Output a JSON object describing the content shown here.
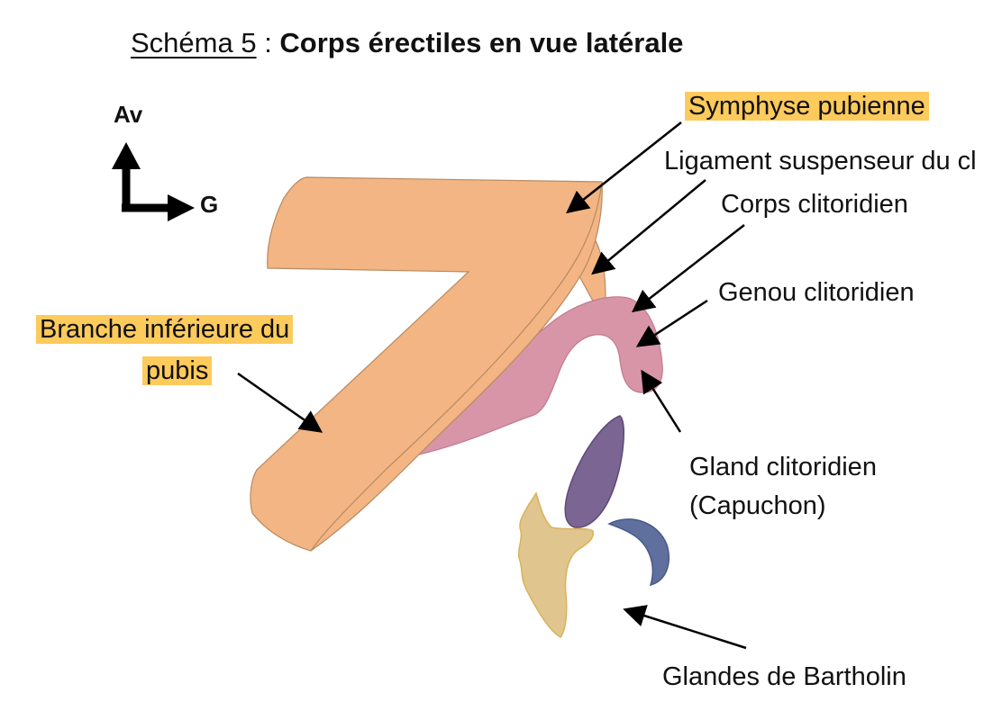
{
  "title": {
    "prefix": "Schéma 5",
    "separator": " : ",
    "main": "Corps érectiles en vue latérale"
  },
  "orientation": {
    "up_label": "Av",
    "right_label": "G"
  },
  "labels": {
    "symphyse": "Symphyse pubienne",
    "ligament": "Ligament suspenseur du cl",
    "corps": "Corps clitoridien",
    "genou": "Genou clitoridien",
    "branche_line1": "Branche inférieure du",
    "branche_line2": "pubis",
    "gland_line1": "Gland clitoridien",
    "gland_line2": "(Capuchon)",
    "bartholin": "Glandes de Bartholin"
  },
  "colors": {
    "bone": "#f2b583",
    "bone_stroke": "#b98a60",
    "clitoris": "#d895a8",
    "clitoris_stroke": "#c07a8f",
    "bulb": "#7b6592",
    "bulb_stroke": "#5d4a78",
    "gland_blue": "#5f6f9e",
    "gland_blue_stroke": "#4a5a88",
    "bartholin": "#e0c58e",
    "bartholin_stroke": "#d9b25a",
    "highlight": "#fdca5c",
    "arrow": "#000000"
  }
}
